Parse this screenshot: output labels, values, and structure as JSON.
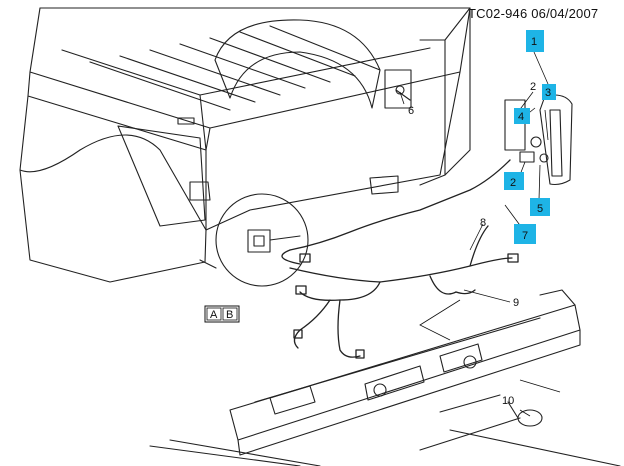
{
  "header": {
    "code": "TC02-946",
    "date": "06/04/2007"
  },
  "accent_color": "#1eb4e6",
  "callouts": {
    "c1": "1",
    "c2a": "2",
    "c2b": "2",
    "c3": "3",
    "c4": "4",
    "c5": "5",
    "c6": "6",
    "c7": "7",
    "c8": "8",
    "c9": "9",
    "c10": "10"
  },
  "view_keys": {
    "a": "A",
    "b": "B"
  }
}
